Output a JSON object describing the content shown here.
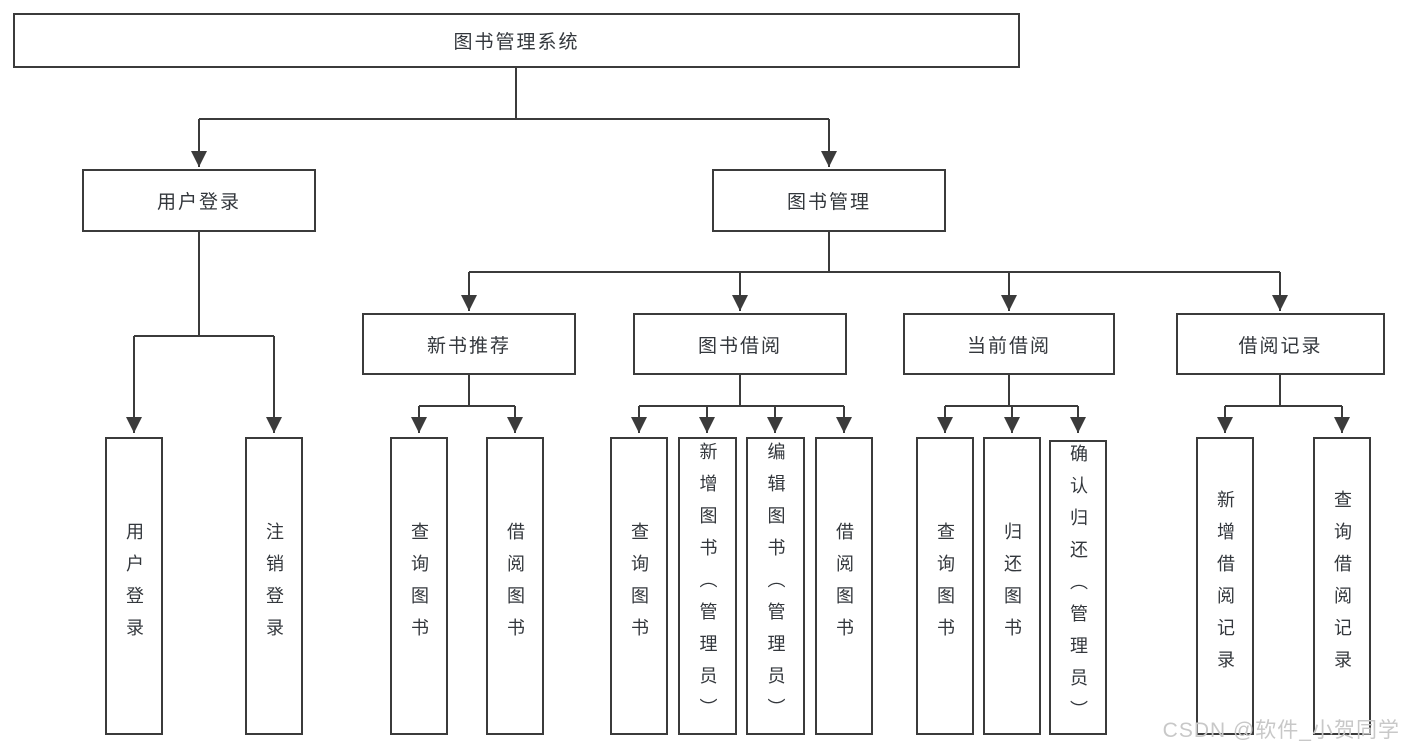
{
  "diagram": {
    "root": {
      "label": "图书管理系统"
    },
    "branches": [
      {
        "label": "用户登录",
        "children": [
          {
            "label": "用户登录"
          },
          {
            "label": "注销登录"
          }
        ]
      },
      {
        "label": "图书管理",
        "children": [
          {
            "label": "新书推荐",
            "children": [
              {
                "label": "查询图书"
              },
              {
                "label": "借阅图书"
              }
            ]
          },
          {
            "label": "图书借阅",
            "children": [
              {
                "label": "查询图书"
              },
              {
                "label": "新增图书（管理员）"
              },
              {
                "label": "编辑图书（管理员）"
              },
              {
                "label": "借阅图书"
              }
            ]
          },
          {
            "label": "当前借阅",
            "children": [
              {
                "label": "查询图书"
              },
              {
                "label": "归还图书"
              },
              {
                "label": "确认归还（管理员）"
              }
            ]
          },
          {
            "label": "借阅记录",
            "children": [
              {
                "label": "新增借阅记录"
              },
              {
                "label": "查询借阅记录"
              }
            ]
          }
        ]
      }
    ]
  },
  "watermark": {
    "text": "CSDN @软件_小贺同学"
  },
  "colors": {
    "line": "#3b3b3b",
    "box_border": "#3b3b3b",
    "text": "#33373c",
    "watermark": "#c8c8c8",
    "background": "#ffffff"
  }
}
